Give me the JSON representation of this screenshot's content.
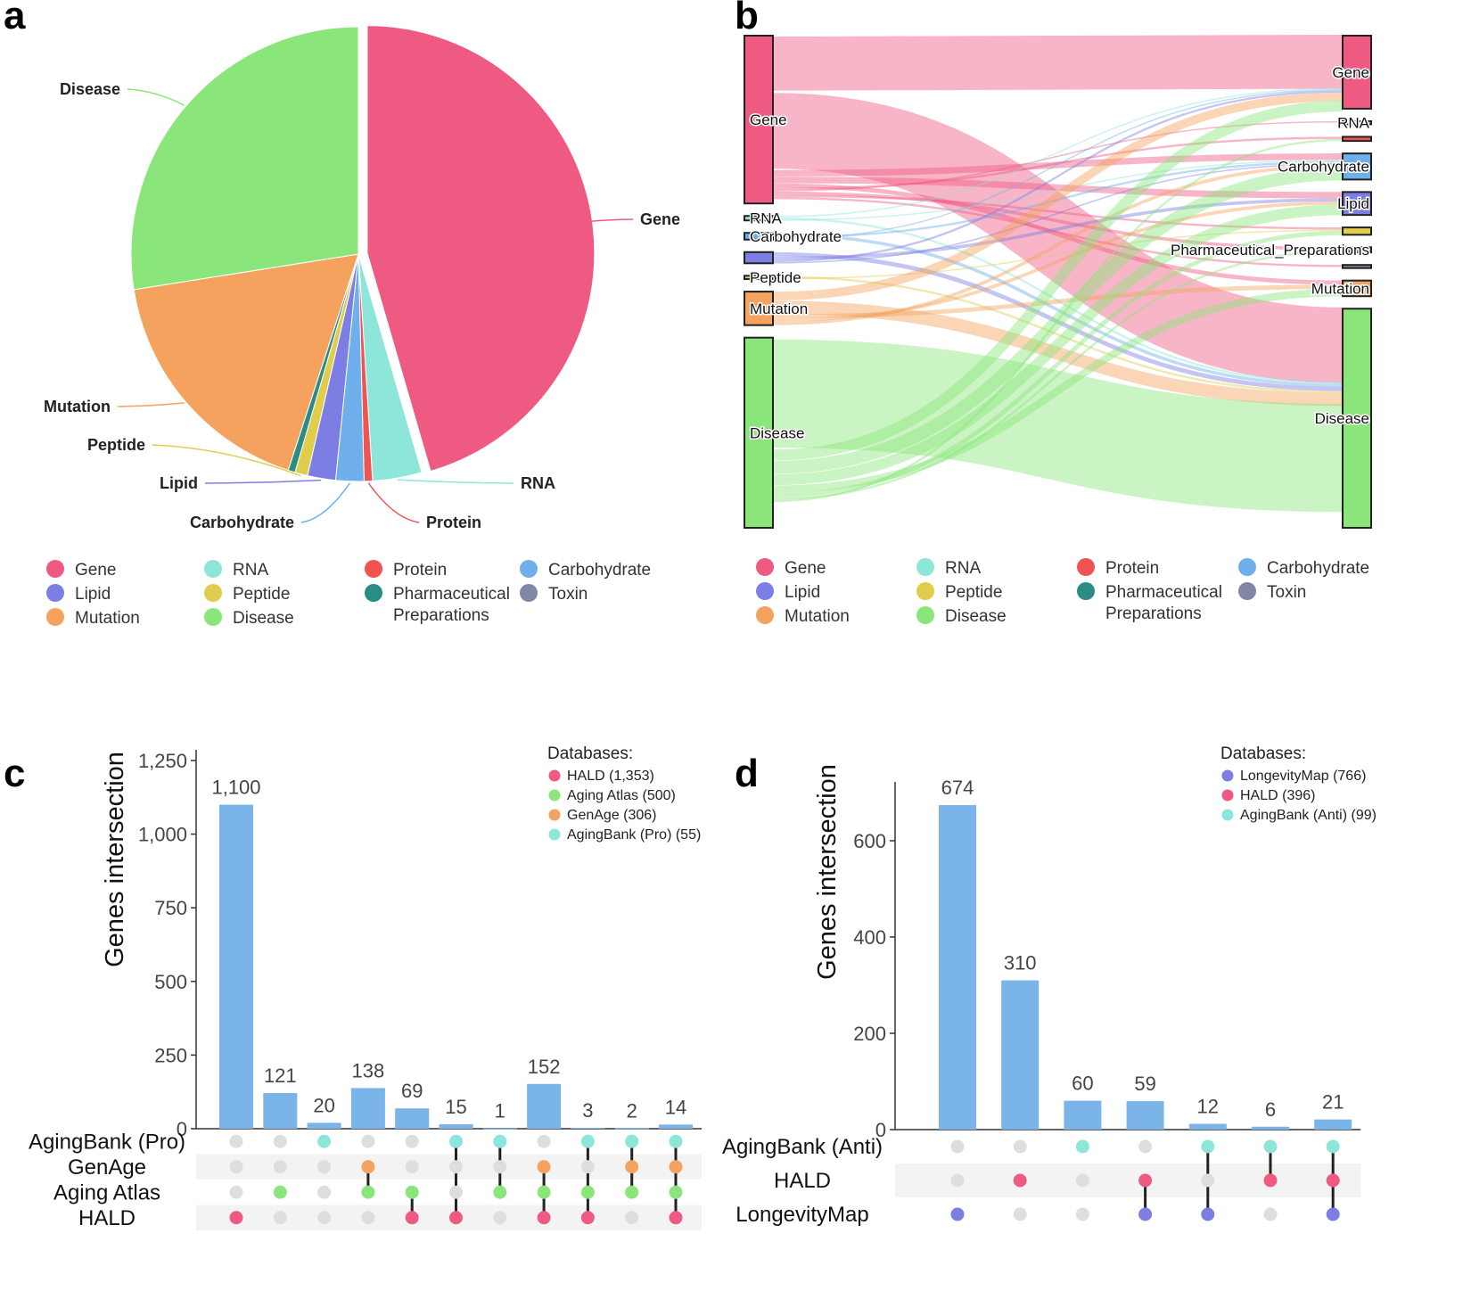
{
  "colors": {
    "Gene": "#ef5a82",
    "RNA": "#8ee5da",
    "Protein": "#ef5352",
    "Carbohydrate": "#6fb0ec",
    "Lipid": "#7d7ee3",
    "Peptide": "#e0cd4e",
    "Pharmaceutical Preparations": "#2a8c85",
    "Toxin": "#7f86a6",
    "Mutation": "#f4a25d",
    "Disease": "#8ae67a",
    "bar": "#7bb4e8",
    "dot_off": "#dedede",
    "matrix_band": "#f3f3f3"
  },
  "legend_items": [
    {
      "key": "Gene",
      "label": "Gene"
    },
    {
      "key": "RNA",
      "label": "RNA"
    },
    {
      "key": "Protein",
      "label": "Protein"
    },
    {
      "key": "Carbohydrate",
      "label": "Carbohydrate"
    },
    {
      "key": "Lipid",
      "label": "Lipid"
    },
    {
      "key": "Peptide",
      "label": "Peptide"
    },
    {
      "key": "Pharmaceutical Preparations",
      "label": "Pharmaceutical\nPreparations"
    },
    {
      "key": "Toxin",
      "label": "Toxin"
    },
    {
      "key": "Mutation",
      "label": "Mutation"
    },
    {
      "key": "Disease",
      "label": "Disease"
    }
  ],
  "chart_data": [
    {
      "panel": "a",
      "type": "pie",
      "labels": [
        "Gene",
        "RNA",
        "Protein",
        "Carbohydrate",
        "Lipid",
        "Peptide",
        "Pharmaceutical Preparations",
        "Mutation",
        "Disease"
      ],
      "values": [
        45.5,
        3.5,
        0.6,
        2.0,
        2.0,
        0.9,
        0.5,
        17.5,
        27.5
      ],
      "outside_labels": [
        "Gene",
        "RNA",
        "Protein",
        "Carbohydrate",
        "Lipid",
        "Peptide",
        "Mutation",
        "Disease"
      ],
      "exploded": "Gene"
    },
    {
      "panel": "b",
      "type": "sankey",
      "source_nodes": [
        "Gene",
        "RNA",
        "Carbohydrate",
        "Lipid",
        "Peptide",
        "Mutation",
        "Disease"
      ],
      "source_labels": [
        "Gene",
        "RNA",
        "Carbohydrate",
        "",
        "Peptide",
        "Mutation",
        "Disease"
      ],
      "source_sizes": [
        150,
        4,
        6,
        10,
        3,
        30,
        170
      ],
      "target_nodes": [
        "Gene",
        "RNA",
        "Protein",
        "Carbohydrate",
        "Lipid",
        "Peptide",
        "Pharmaceutical_Preparations",
        "Toxin",
        "Mutation",
        "Disease"
      ],
      "target_labels": [
        "Gene",
        "RNA",
        "",
        "Carbohydrate",
        "Lipid",
        "",
        "Pharmaceutical_Preparations",
        "",
        "Mutation",
        "Disease"
      ],
      "target_sizes": [
        70,
        3,
        4,
        25,
        22,
        7,
        5,
        3,
        15,
        210
      ],
      "links": [
        [
          "Gene",
          "Gene",
          50
        ],
        [
          "Gene",
          "Disease",
          70
        ],
        [
          "Gene",
          "Carbohydrate",
          6
        ],
        [
          "Gene",
          "Lipid",
          6
        ],
        [
          "Gene",
          "Mutation",
          4
        ],
        [
          "Gene",
          "Protein",
          2
        ],
        [
          "Gene",
          "RNA",
          1
        ],
        [
          "Gene",
          "Pharmaceutical_Preparations",
          3
        ],
        [
          "Gene",
          "Peptide",
          2
        ],
        [
          "Gene",
          "Toxin",
          2
        ],
        [
          "RNA",
          "Gene",
          1
        ],
        [
          "RNA",
          "Disease",
          2
        ],
        [
          "RNA",
          "Carbohydrate",
          1
        ],
        [
          "Carbohydrate",
          "Disease",
          3
        ],
        [
          "Carbohydrate",
          "Carbohydrate",
          2
        ],
        [
          "Carbohydrate",
          "Gene",
          1
        ],
        [
          "Lipid",
          "Disease",
          4
        ],
        [
          "Lipid",
          "Lipid",
          3
        ],
        [
          "Lipid",
          "Gene",
          2
        ],
        [
          "Lipid",
          "Carbohydrate",
          1
        ],
        [
          "Peptide",
          "Disease",
          2
        ],
        [
          "Peptide",
          "Peptide",
          1
        ],
        [
          "Mutation",
          "Gene",
          8
        ],
        [
          "Mutation",
          "Disease",
          12
        ],
        [
          "Mutation",
          "Mutation",
          4
        ],
        [
          "Mutation",
          "Lipid",
          3
        ],
        [
          "Mutation",
          "Carbohydrate",
          3
        ],
        [
          "Disease",
          "Disease",
          100
        ],
        [
          "Disease",
          "Gene",
          10
        ],
        [
          "Disease",
          "Carbohydrate",
          12
        ],
        [
          "Disease",
          "Lipid",
          10
        ],
        [
          "Disease",
          "Mutation",
          7
        ],
        [
          "Disease",
          "Peptide",
          4
        ],
        [
          "Disease",
          "Pharmaceutical_Preparations",
          2
        ],
        [
          "Disease",
          "Protein",
          2
        ]
      ]
    },
    {
      "panel": "c",
      "type": "bar",
      "subtype": "upset",
      "ylabel": "Genes intersection",
      "ylim": [
        0,
        1250
      ],
      "yticks": [
        0,
        250,
        500,
        750,
        1000,
        1250
      ],
      "ytick_labels": [
        "0",
        "250",
        "500",
        "750",
        "1,000",
        "1,250"
      ],
      "values": [
        1100,
        121,
        20,
        138,
        69,
        15,
        1,
        152,
        3,
        2,
        14
      ],
      "value_labels": [
        "1,100",
        "121",
        "20",
        "138",
        "69",
        "15",
        "1",
        "152",
        "3",
        "2",
        "14"
      ],
      "sets": [
        "AgingBank (Pro)",
        "GenAge",
        "Aging Atlas",
        "HALD"
      ],
      "set_colors": [
        "#8ee5da",
        "#f4a25d",
        "#8ae67a",
        "#ef5a82"
      ],
      "membership": [
        [
          0,
          0,
          0,
          1
        ],
        [
          0,
          0,
          1,
          0
        ],
        [
          1,
          0,
          0,
          0
        ],
        [
          0,
          1,
          1,
          0
        ],
        [
          0,
          0,
          1,
          1
        ],
        [
          1,
          0,
          0,
          1
        ],
        [
          1,
          0,
          1,
          0
        ],
        [
          0,
          1,
          1,
          1
        ],
        [
          1,
          0,
          1,
          1
        ],
        [
          1,
          1,
          1,
          0
        ],
        [
          1,
          1,
          1,
          1
        ]
      ],
      "legend_title": "Databases:",
      "legend": [
        "HALD (1,353)",
        "Aging Atlas (500)",
        "GenAge (306)",
        "AgingBank (Pro) (55)"
      ],
      "legend_colors": [
        "#ef5a82",
        "#8ae67a",
        "#f4a25d",
        "#8ee5da"
      ]
    },
    {
      "panel": "d",
      "type": "bar",
      "subtype": "upset",
      "ylabel": "Genes intersection",
      "ylim": [
        0,
        700
      ],
      "yticks": [
        0,
        200,
        400,
        600
      ],
      "ytick_labels": [
        "0",
        "200",
        "400",
        "600"
      ],
      "values": [
        674,
        310,
        60,
        59,
        12,
        6,
        21
      ],
      "value_labels": [
        "674",
        "310",
        "60",
        "59",
        "12",
        "6",
        "21"
      ],
      "sets": [
        "AgingBank (Anti)",
        "HALD",
        "LongevityMap"
      ],
      "set_colors": [
        "#8ee5da",
        "#ef5a82",
        "#7d7ee3"
      ],
      "membership": [
        [
          0,
          0,
          1
        ],
        [
          0,
          1,
          0
        ],
        [
          1,
          0,
          0
        ],
        [
          0,
          1,
          1
        ],
        [
          1,
          0,
          1
        ],
        [
          1,
          1,
          0
        ],
        [
          1,
          1,
          1
        ]
      ],
      "legend_title": "Databases:",
      "legend": [
        "LongevityMap (766)",
        "HALD (396)",
        "AgingBank (Anti) (99)"
      ],
      "legend_colors": [
        "#7d7ee3",
        "#ef5a82",
        "#8ee5da"
      ]
    }
  ],
  "panel_letters": [
    "a",
    "b",
    "c",
    "d"
  ]
}
